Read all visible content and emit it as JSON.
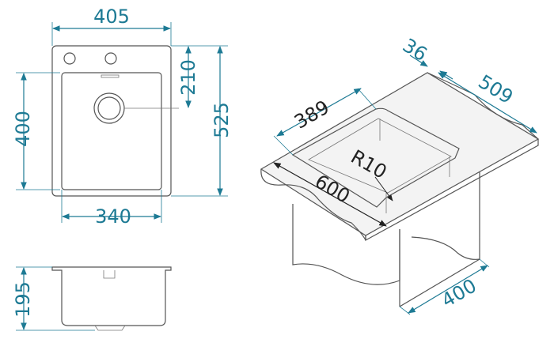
{
  "colors": {
    "dimension": "#1d7a94",
    "outline": "#555555",
    "leader": "#222222"
  },
  "top_view": {
    "overall_width": "405",
    "bowl_width": "340",
    "bowl_depth": "400",
    "overall_depth": "525",
    "drain_offset": "210"
  },
  "side_view": {
    "bowl_height": "195"
  },
  "iso_view": {
    "thickness": "36",
    "cabinet_depth": "509",
    "inner_width": "389",
    "corner_radius": "R10",
    "worktop_width": "600",
    "base_width": "400"
  }
}
